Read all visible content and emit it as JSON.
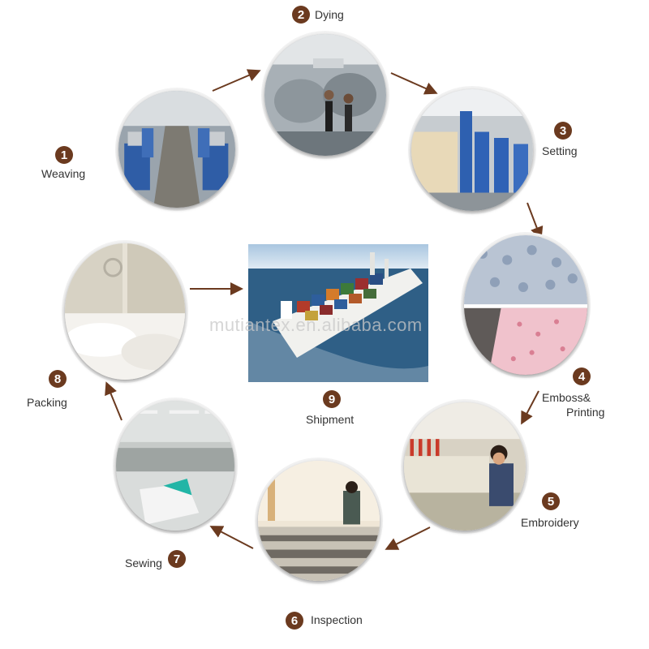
{
  "steps": [
    {
      "number": "1",
      "label": "Weaving"
    },
    {
      "number": "2",
      "label": "Dying"
    },
    {
      "number": "3",
      "label": "Setting"
    },
    {
      "number": "4",
      "label_line1": "Emboss&",
      "label_line2": "Printing"
    },
    {
      "number": "5",
      "label": "Embroidery"
    },
    {
      "number": "6",
      "label": "Inspection"
    },
    {
      "number": "7",
      "label": "Sewing"
    },
    {
      "number": "8",
      "label": "Packing"
    },
    {
      "number": "9",
      "label": "Shipment"
    }
  ],
  "watermark": "mutiantex.en.alibaba.com",
  "colors": {
    "badge": "#6b3a1f",
    "arrow": "#6b3a1f",
    "sea": "#2f5f86"
  }
}
